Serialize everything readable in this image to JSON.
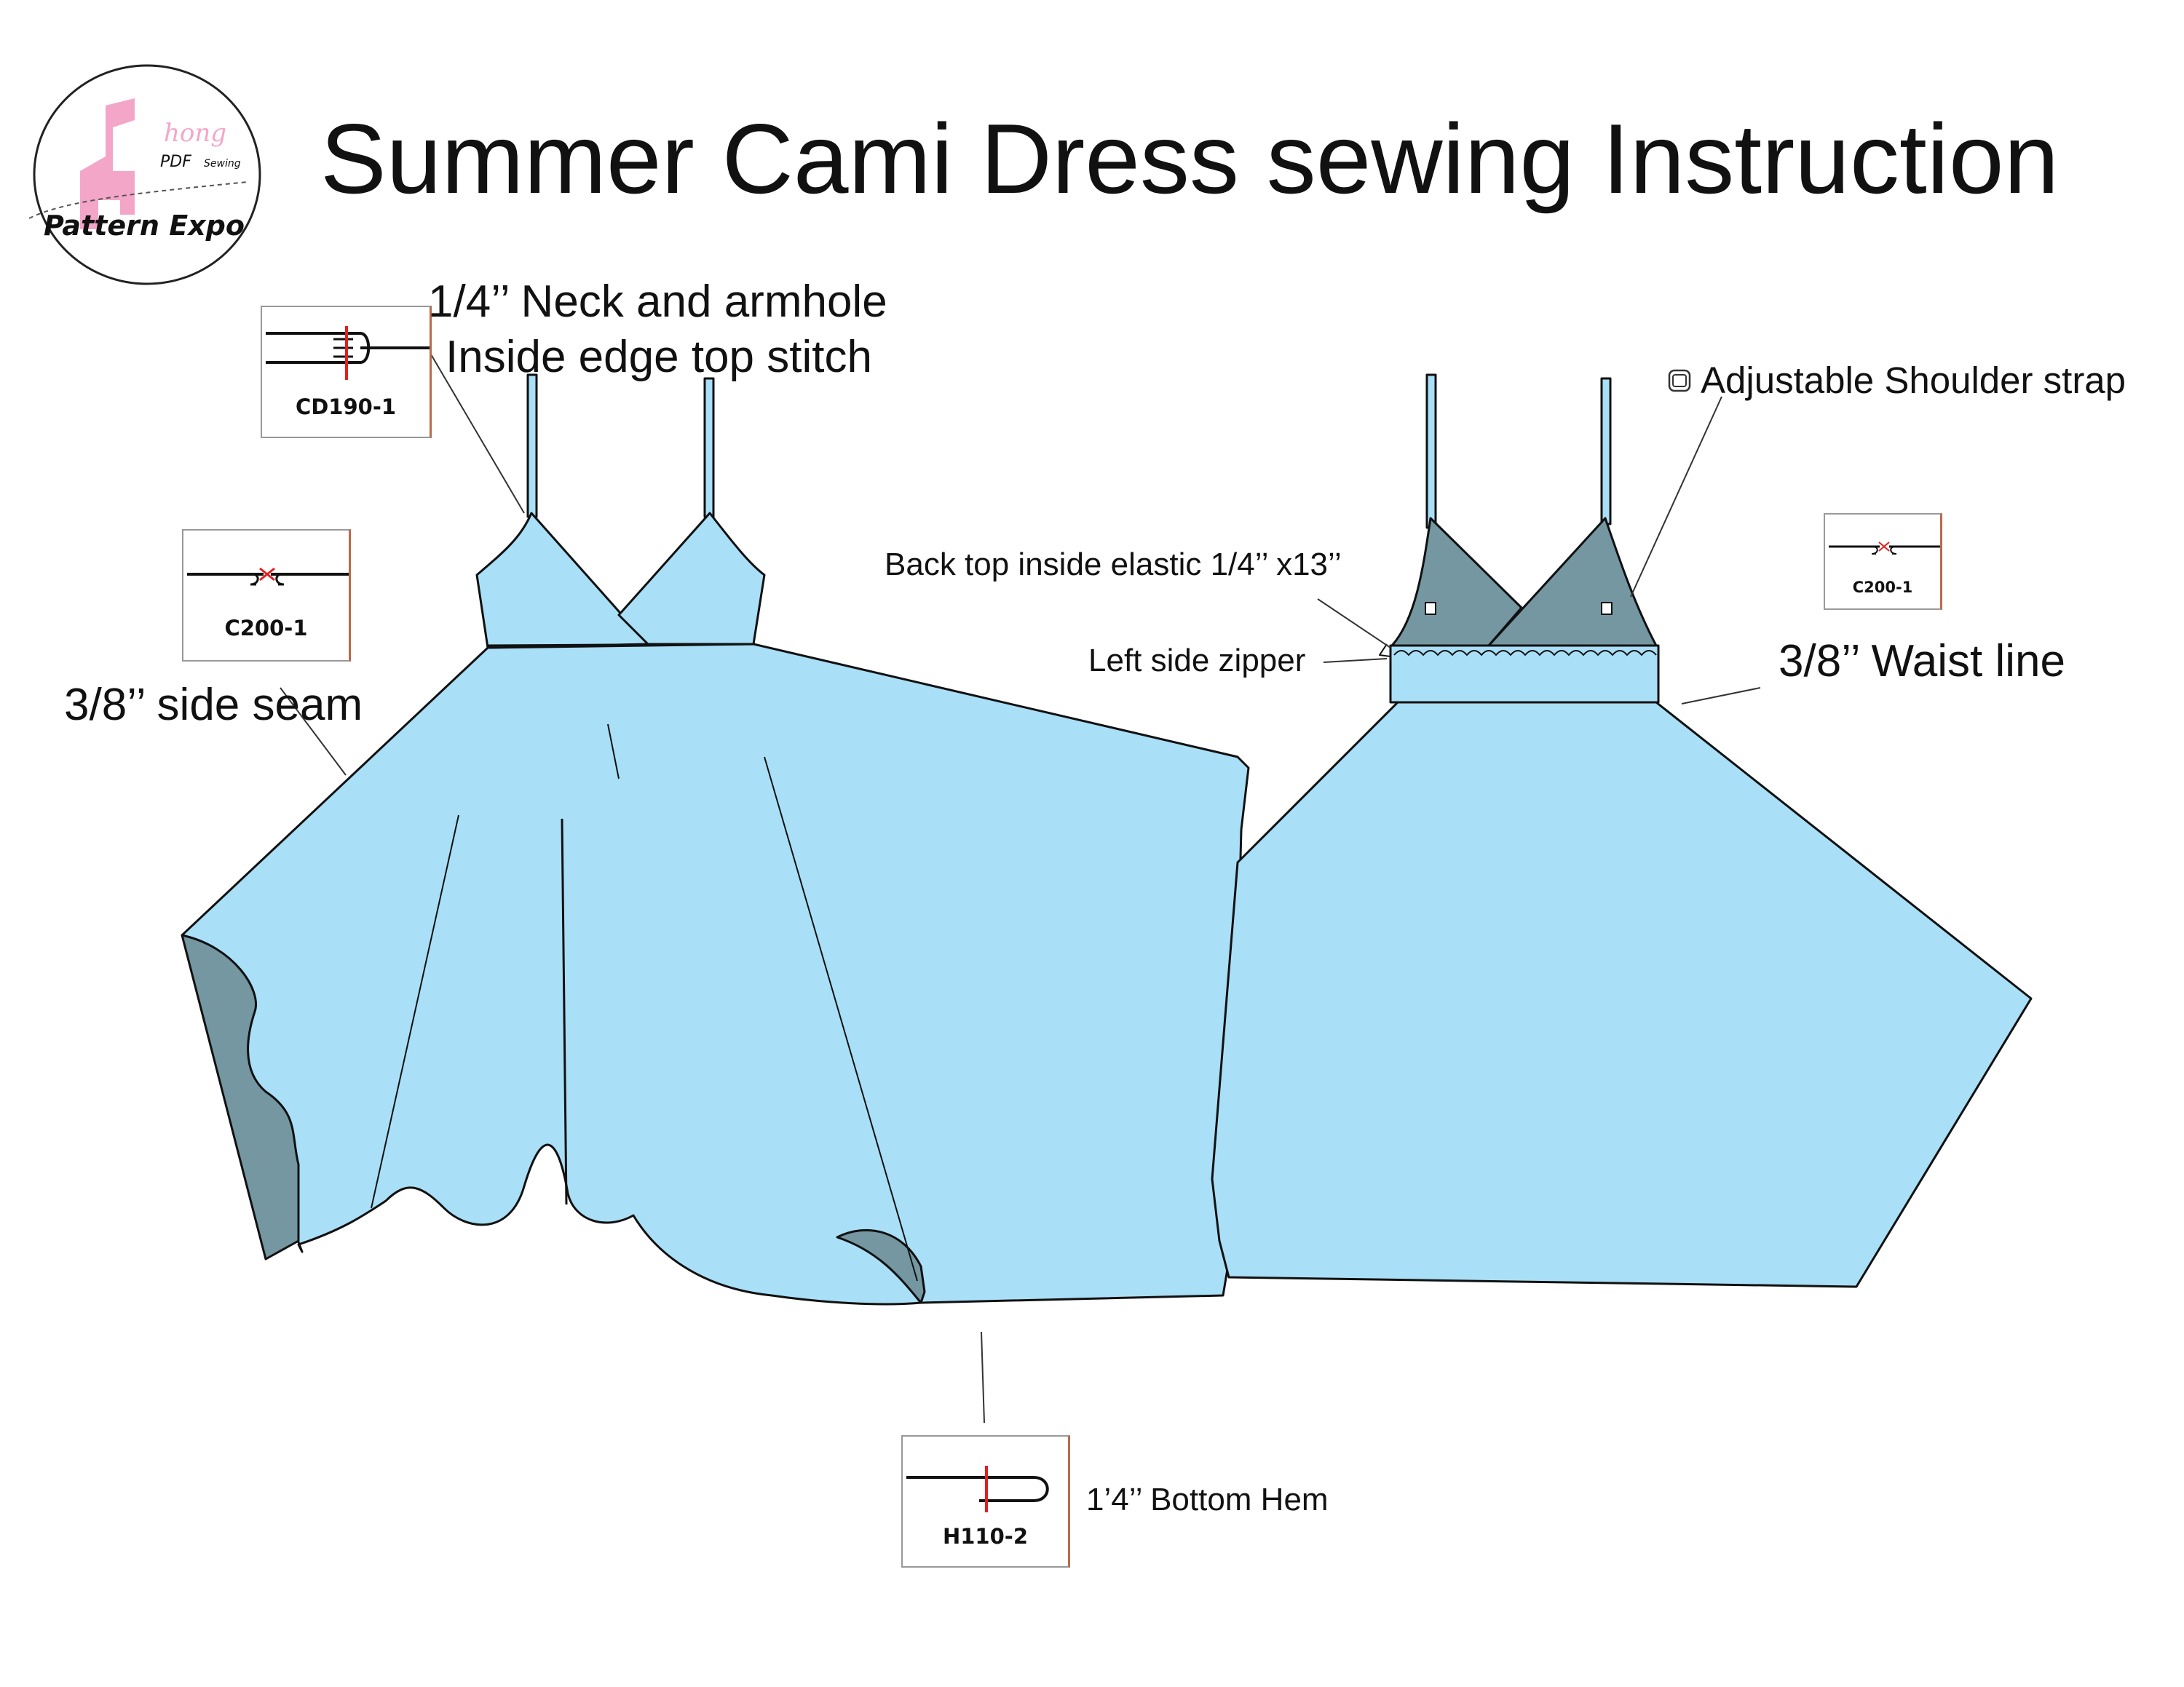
{
  "logo": {
    "script_text": "hong",
    "pdf_text": "PDF",
    "sewing_text": "Sewing",
    "brand_text": "Pattern Expo",
    "accent_color": "#f4a6c8"
  },
  "title": "Summer Cami Dress sewing Instruction",
  "labels": {
    "neck_armhole_line1": "1/4’’ Neck and armhole",
    "neck_armhole_line2": "Inside edge top stitch",
    "side_seam": "3/8’’ side seam",
    "back_elastic": "Back top inside elastic 1/4’’ x13’’",
    "left_zipper": "Left side zipper",
    "shoulder_strap": "Adjustable Shoulder strap",
    "waist_line": "3/8’’ Waist line",
    "bottom_hem": "1’4’’ Bottom Hem"
  },
  "stitch_codes": {
    "neck": "CD190-1",
    "side": "C200-1",
    "waist": "C200-1",
    "hem": "H110-2"
  },
  "colors": {
    "fabric": "#a9dff7",
    "fabric_inside": "#7497a1",
    "outline": "#111111",
    "stitch_marker": "#e0201f"
  }
}
